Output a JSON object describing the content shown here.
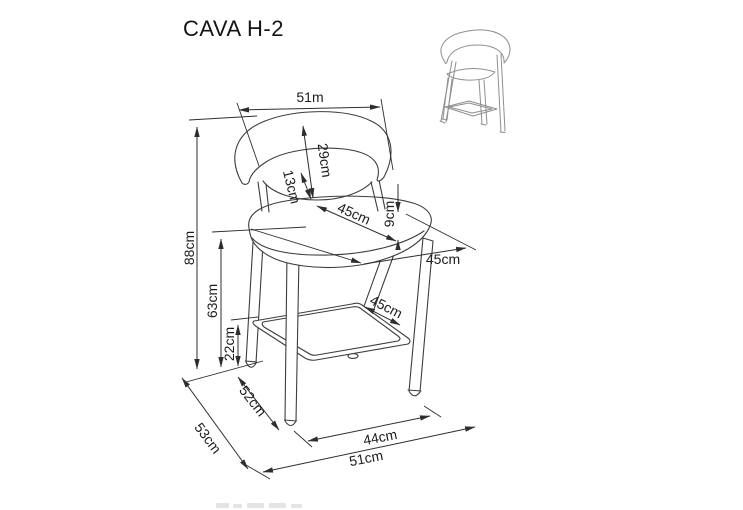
{
  "title": "CAVA H-2",
  "dimensions": {
    "width_top": "51m",
    "backrest_height": "29cm",
    "backrest_to_seat": "13cm",
    "seat_diagonal": "45cm",
    "seat_thickness": "9cm",
    "seat_depth": "45cm",
    "total_height": "88cm",
    "seat_height": "63cm",
    "footrest_height": "22cm",
    "footrest_width": "45cm",
    "footrest_depth": "52cm",
    "total_depth": "53cm",
    "leg_span_width": "44cm",
    "base_width": "51cm"
  },
  "colors": {
    "line": "#3d3d3d",
    "dimension_line": "#2e2e2e",
    "thumbnail_line": "#8f8f8f",
    "background": "#ffffff",
    "text": "#1c1c1c"
  }
}
